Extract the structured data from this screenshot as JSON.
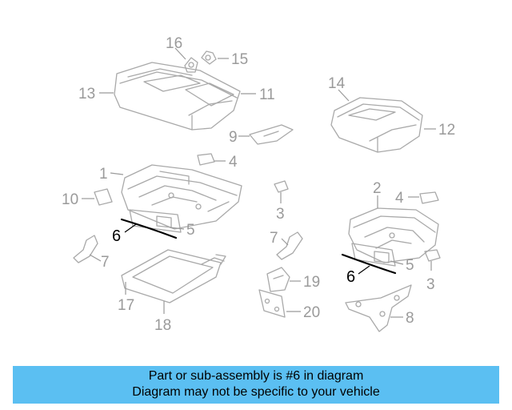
{
  "labels": {
    "l16": "16",
    "l15": "15",
    "l13": "13",
    "l11": "11",
    "l14": "14",
    "l12": "12",
    "l9": "9",
    "l4a": "4",
    "l1": "1",
    "l10": "10",
    "l3a": "3",
    "l2": "2",
    "l4b": "4",
    "l6a": "6",
    "l5a": "5",
    "l7a": "7",
    "l7b": "7",
    "l6b": "6",
    "l5b": "5",
    "l3b": "3",
    "l19": "19",
    "l17": "17",
    "l18": "18",
    "l20": "20",
    "l8": "8"
  },
  "banner": {
    "line1": "Part or sub-assembly is #6 in diagram",
    "line2": "Diagram may not be specific to your vehicle"
  },
  "colors": {
    "banner": "#5bbff2",
    "highlight": "#000000",
    "part": "#a9a9a9"
  }
}
